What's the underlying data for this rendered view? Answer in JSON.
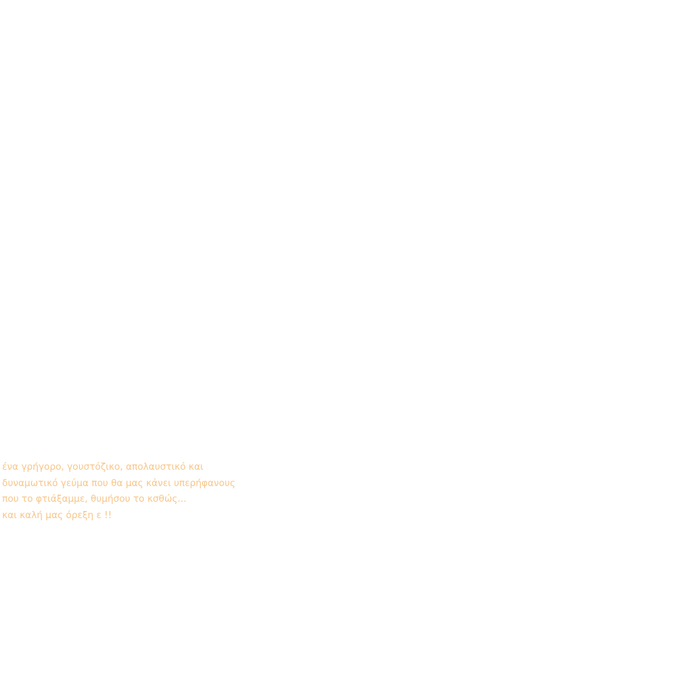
{
  "text": {
    "color": "#f7c68a",
    "lines": [
      "ένα γρήγορο, γουστόζικο, απολαυστικό και",
      "δυναμωτικό γεύμα που θα μας κάνει υπερήφανους",
      "που το φτιάξαμμε, θυμήσου το κσθώς...",
      "και καλή μας όρεξη ε !!"
    ]
  }
}
